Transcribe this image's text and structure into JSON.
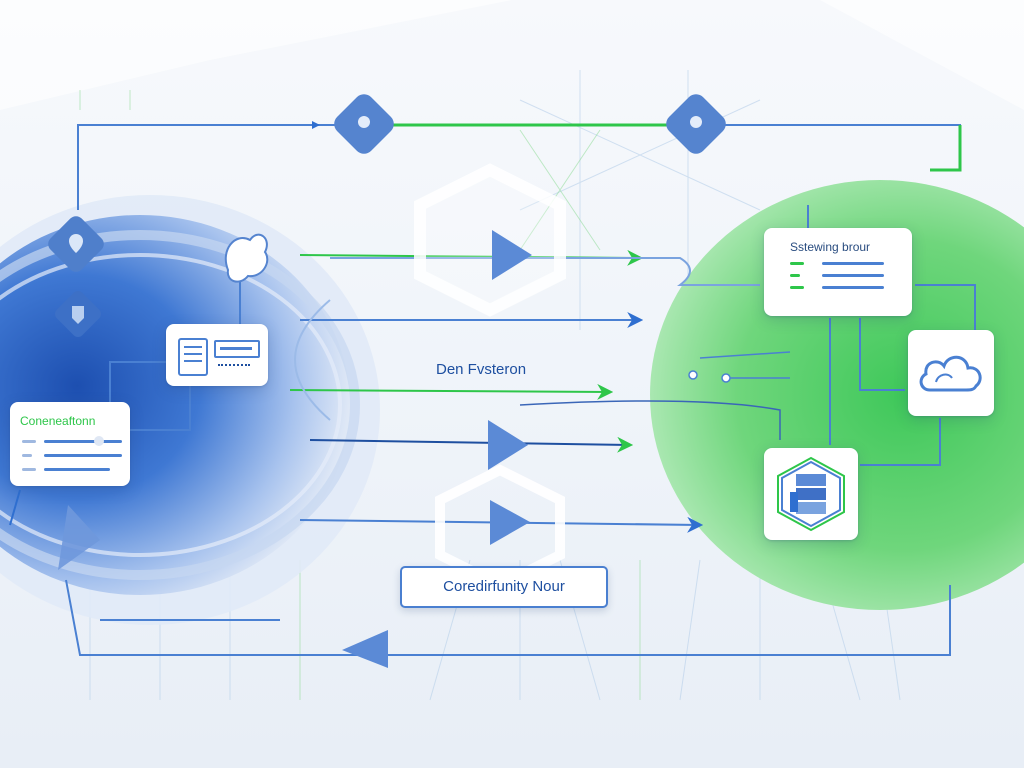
{
  "diagram": {
    "center_label": "Den Fvsteron",
    "bottom_label": "Coredirfunity Nour",
    "left_card": {
      "title": "Coneneaftonn"
    },
    "right_top_card": {
      "title": "Sstewing brour"
    }
  },
  "icons": {
    "left_top_diamond": "location-pin-icon",
    "left_mid_diamond": "shield-icon",
    "top_diamond_1": "location-pin-icon",
    "top_diamond_2": "location-pin-icon",
    "bird_icon": "bird-icon",
    "cloud": "cloud-icon",
    "server": "server-stack-icon",
    "play_top": "play-icon",
    "play_mid": "play-icon",
    "play_bottom": "play-icon",
    "back_arrow": "triangle-left-icon"
  },
  "colors": {
    "blue": "#2f6fd0",
    "dark_blue": "#1e4fa0",
    "light_blue": "#8fb1e6",
    "green": "#2ec64a",
    "light_green": "#7fd98a"
  }
}
